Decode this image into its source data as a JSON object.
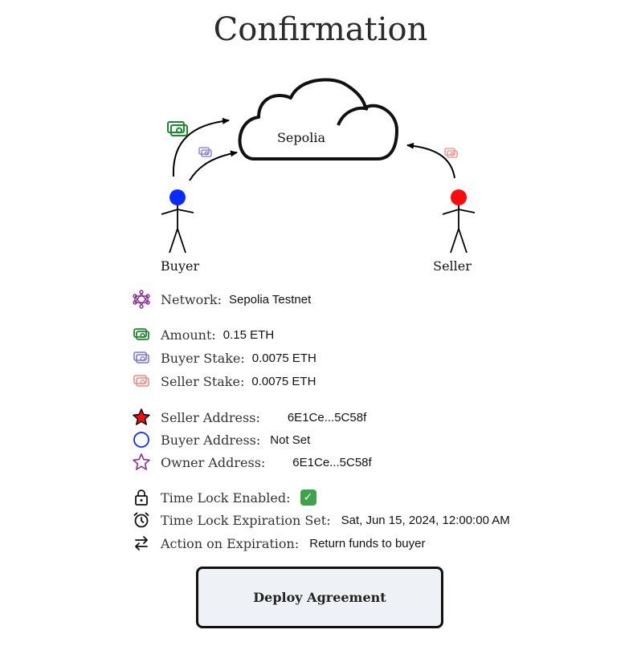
{
  "page": {
    "title": "Confirmation"
  },
  "diagram": {
    "cloud_label": "Sepolia",
    "buyer_label": "Buyer",
    "seller_label": "Seller",
    "colors": {
      "buyer": "#0a2bff",
      "seller": "#ff0a0a",
      "amount_icon": "#1a8a2a",
      "buyer_stake_icon": "#7b74e0",
      "seller_stake_icon": "#f08a80"
    }
  },
  "details": {
    "network": {
      "label": "Network:",
      "value": "Sepolia Testnet",
      "icon": "network-icon"
    },
    "amount": {
      "label": "Amount:",
      "value": "0.15 ETH",
      "icon": "cash-icon"
    },
    "buyer_stake": {
      "label": "Buyer Stake:",
      "value": "0.0075 ETH",
      "icon": "cash-icon"
    },
    "seller_stake": {
      "label": "Seller Stake:",
      "value": "0.0075 ETH",
      "icon": "cash-icon"
    },
    "seller_address": {
      "label": "Seller Address:",
      "value": "6E1Ce...5C58f",
      "icon": "star-filled-icon"
    },
    "buyer_address": {
      "label": "Buyer Address:",
      "value": "Not Set",
      "icon": "circle-icon"
    },
    "owner_address": {
      "label": "Owner Address:",
      "value": "6E1Ce...5C58f",
      "icon": "star-outline-icon"
    },
    "time_lock_enabled": {
      "label": "Time Lock Enabled:",
      "value": "✓",
      "icon": "lock-icon"
    },
    "time_lock_expiration": {
      "label": "Time Lock Expiration Set:",
      "value": "Sat, Jun 15, 2024, 12:00:00 AM",
      "icon": "alarm-clock-icon"
    },
    "action_on_expiration": {
      "label": "Action on Expiration:",
      "value": "Return funds to buyer",
      "icon": "swap-arrows-icon"
    }
  },
  "actions": {
    "deploy_label": "Deploy Agreement"
  }
}
